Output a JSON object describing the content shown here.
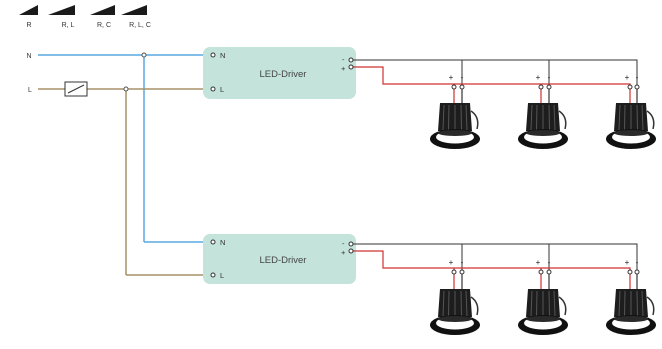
{
  "dimmer_types": [
    {
      "label": "R"
    },
    {
      "label": "R, L"
    },
    {
      "label": "R, C"
    },
    {
      "label": "R, L, C"
    }
  ],
  "mains": {
    "neutral_label": "N",
    "live_label": "L"
  },
  "drivers": [
    {
      "label": "LED-Driver",
      "input_n": "N",
      "input_l": "L",
      "out_minus": "-",
      "out_plus": "+"
    },
    {
      "label": "LED-Driver",
      "input_n": "N",
      "input_l": "L",
      "out_minus": "-",
      "out_plus": "+"
    }
  ],
  "lamp_polarity": {
    "plus": "+",
    "minus": "-"
  },
  "colors": {
    "neutral_wire": "#5aa8e0",
    "live_wire": "#a8906a",
    "positive_wire": "#d03030",
    "negative_wire": "#333333",
    "driver_fill": "#c3e3db"
  },
  "icons": {
    "dimmer_ramp": "triangle-ramp-icon",
    "dimmer_switch": "dimmer-switch-icon",
    "lamp": "led-downlight-icon"
  }
}
